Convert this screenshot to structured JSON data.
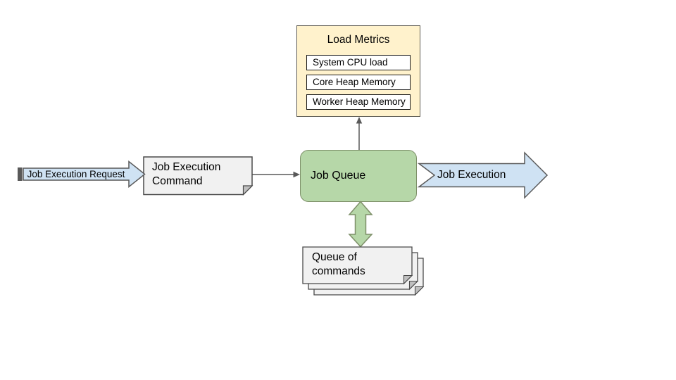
{
  "diagram": {
    "load_metrics": {
      "title": "Load Metrics",
      "metrics": [
        "System CPU load",
        "Core Heap Memory",
        "Worker Heap Memory"
      ]
    },
    "request_arrow": {
      "label": "Job Execution Request"
    },
    "command_note": {
      "label": "Job Execution Command"
    },
    "job_queue": {
      "label": "Job Queue"
    },
    "execution_arrow": {
      "label": "Job Execution"
    },
    "queue_stack": {
      "label": "Queue of commands"
    }
  },
  "colors": {
    "cream_fill": "#FFF2CC",
    "cream_border": "#5E5B52",
    "blue_fill": "#CFE2F3",
    "green_fill": "#B6D7A8",
    "green_border": "#7D8F68",
    "note_fill": "#F1F1F1",
    "note_fold": "#BFBFBF",
    "stripe_fill": "#595959",
    "line_color": "#595959",
    "inner_box_fill": "#FFFFFF",
    "text_color": "#000000"
  }
}
